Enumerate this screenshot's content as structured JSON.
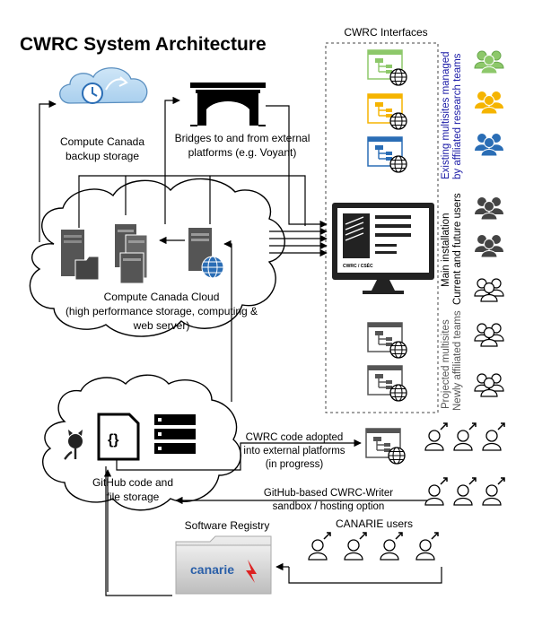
{
  "title": "CWRC System Architecture",
  "backup": {
    "line1": "Compute Canada",
    "line2": "backup storage"
  },
  "bridges": {
    "line1": "Bridges to and from external",
    "line2": "platforms (e.g. Voyant)"
  },
  "interfaces": {
    "label": "CWRC Interfaces"
  },
  "cloud": {
    "line1": "Compute  Canada Cloud",
    "line2": "(high performance storage, computing &",
    "line3": "web server)"
  },
  "monitor": {
    "label": "CWRC / CSÉC"
  },
  "groups": {
    "existing_line1": "Existing multisites managed",
    "existing_line2": "by affiliated research teams",
    "main_line1": "Main installation",
    "main_line2": "Current and future users",
    "projected_line1": "Projected multisites",
    "projected_line2": "Newly affiliated teams"
  },
  "github": {
    "line1": "GitHub code and",
    "line2": "file storage"
  },
  "adopted": {
    "line1": "CWRC code adopted",
    "line2": "into external platforms",
    "line3": "(in progress)"
  },
  "sandbox": {
    "line1": "GitHub-based CWRC-Writer",
    "line2": "sandbox / hosting option"
  },
  "registry": {
    "label": "Software Registry",
    "logo": "canarie"
  },
  "canarie_users": {
    "label": "CANARIE users"
  },
  "colors": {
    "green": "#8dc86a",
    "yellow": "#f5b400",
    "blue": "#2a6db5",
    "darkgray": "#444444",
    "accent_text": "#1a1aa6"
  }
}
